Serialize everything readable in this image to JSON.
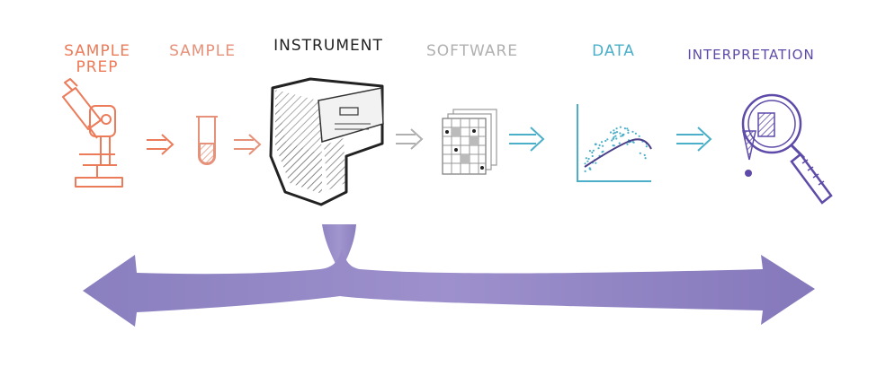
{
  "stages": {
    "sample_prep": "SAMPLE\nPREP",
    "sample": "SAMPLE",
    "instrument": "INSTRUMENT",
    "software": "SOFTWARE",
    "data": "DATA",
    "interpretation": "INTERPRETATION"
  },
  "colors": {
    "sample_prep": "#ec7b5a",
    "sample": "#e6917a",
    "instrument": "#222222",
    "software": "#b0b0b0",
    "data": "#4bafc9",
    "interpretation": "#5e4aa8",
    "bracket_arrow": "#8e83c2"
  },
  "icons": [
    "microscope-icon",
    "test-tube-icon",
    "instrument-box-icon",
    "software-grid-icon",
    "scatter-plot-icon",
    "magnifier-icon"
  ]
}
